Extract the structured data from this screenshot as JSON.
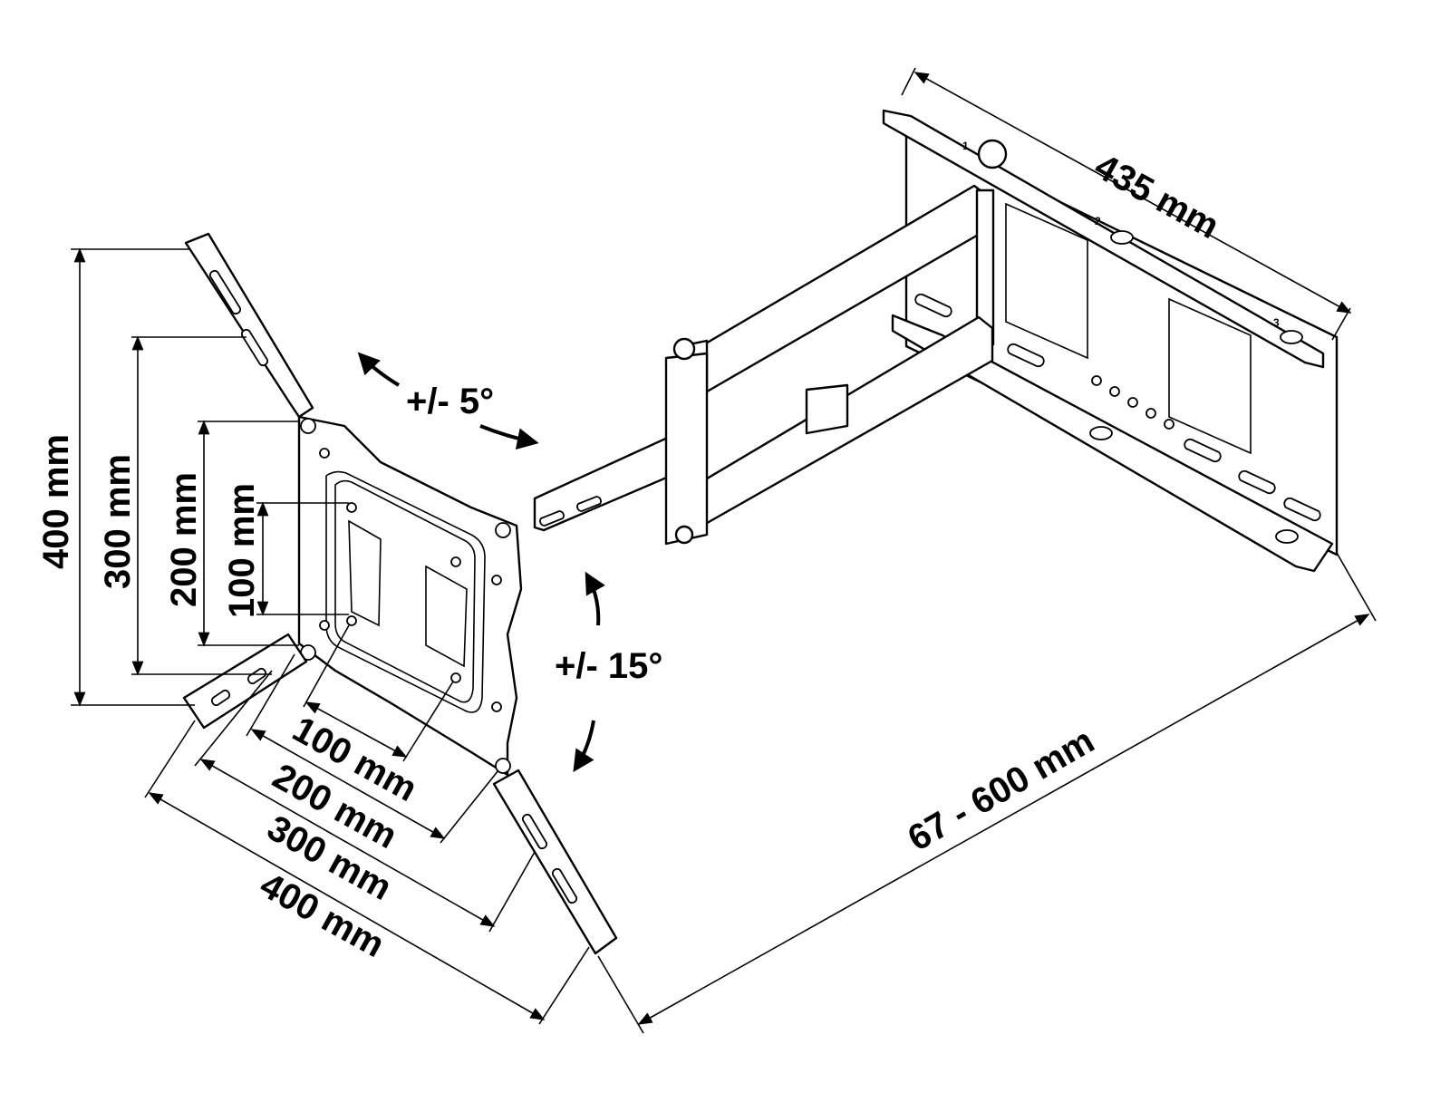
{
  "dimensions": {
    "rail_width": "435 mm",
    "extension_range": "67 - 600 mm",
    "vertical_400": "400 mm",
    "vertical_300": "300 mm",
    "vertical_200": "200 mm",
    "vertical_100": "100 mm",
    "horizontal_100": "100 mm",
    "horizontal_200": "200 mm",
    "horizontal_300": "300 mm",
    "horizontal_400": "400 mm"
  },
  "angles": {
    "tilt": "+/- 5°",
    "swivel": "+/- 15°"
  },
  "rail_position_marks": [
    "1",
    "2",
    "3"
  ]
}
